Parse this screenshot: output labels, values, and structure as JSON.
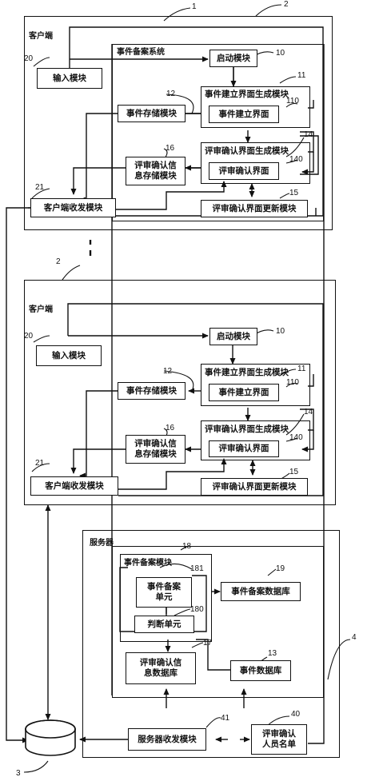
{
  "refs": {
    "sys": "1",
    "client": "2",
    "net": "3",
    "server": "4",
    "start": "10",
    "create_gen": "11",
    "create_ui": "110",
    "store": "12",
    "db": "13",
    "review_gen": "14",
    "review_ui": "140",
    "review_update": "15",
    "review_store": "16",
    "review_db": "17",
    "record_mod": "18",
    "record_unit": "181",
    "judge": "180",
    "record_db": "19",
    "input": "20",
    "transceiver": "21",
    "reviewer_list": "40",
    "server_trx": "41"
  },
  "client1": {
    "title": "客户端",
    "system_title": "事件备案系统",
    "input": "输入模块",
    "start": "启动模块",
    "create_gen": "事件建立界面生成模块",
    "create_ui": "事件建立界面",
    "store": "事件存储模块",
    "review_gen": "评审确认界面生成模块",
    "review_ui": "评审确认界面",
    "review_store": "评审确认信\n息存储模块",
    "transceiver": "客户端收发模块",
    "review_update": "评审确认界面更新模块"
  },
  "client2": {
    "title": "客户端",
    "input": "输入模块",
    "start": "启动模块",
    "create_gen": "事件建立界面生成模块",
    "create_ui": "事件建立界面",
    "store": "事件存储模块",
    "review_gen": "评审确认界面生成模块",
    "review_ui": "评审确认界面",
    "review_store": "评审确认信\n息存储模块",
    "transceiver": "客户端收发模块",
    "review_update": "评审确认界面更新模块"
  },
  "server": {
    "title": "服务器",
    "record_mod": "事件备案模块",
    "record_unit": "事件备案\n单元",
    "judge": "判断单元",
    "record_db": "事件备案数据库",
    "review_db": "评审确认信\n息数据库",
    "db": "事件数据库",
    "server_trx": "服务器收发模块",
    "reviewer_list": "评审确认\n人员名单"
  }
}
